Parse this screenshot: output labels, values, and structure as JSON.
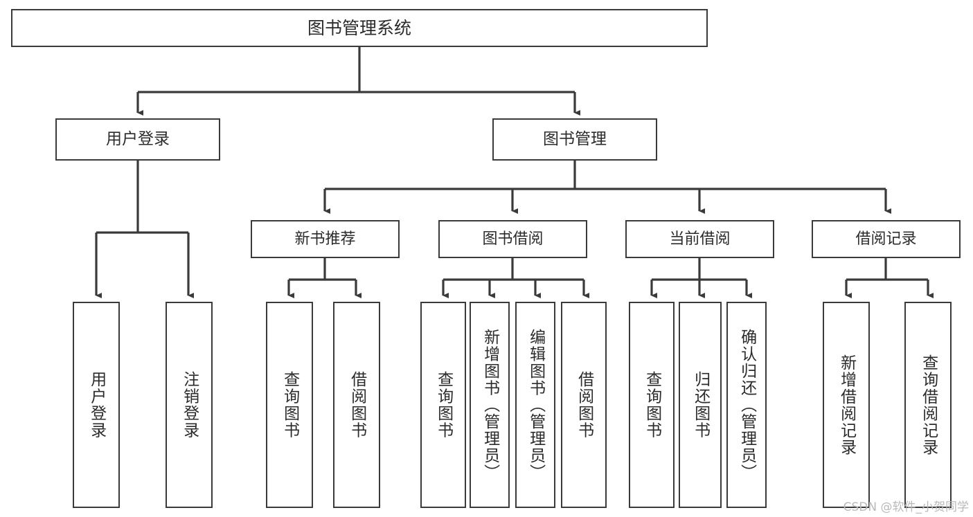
{
  "diagram": {
    "type": "tree-hierarchy-chart",
    "title": "图书管理系统",
    "watermark": "CSDN @软件_小贺同学",
    "edge_color": "#3a3a3a",
    "box_border_color": "#3a3a3a",
    "box_fill_color": "#ffffff",
    "text_color": "#2b2b2b",
    "background_color": "#ffffff",
    "nodes": {
      "root": {
        "label": "图书管理系统",
        "level": 0,
        "orientation": "horizontal"
      },
      "user_login": {
        "label": "用户登录",
        "level": 1,
        "orientation": "horizontal"
      },
      "book_manage": {
        "label": "图书管理",
        "level": 1,
        "orientation": "horizontal"
      },
      "new_book_rec": {
        "label": "新书推荐",
        "level": 2,
        "orientation": "horizontal"
      },
      "book_borrow": {
        "label": "图书借阅",
        "level": 2,
        "orientation": "horizontal"
      },
      "current_borrow": {
        "label": "当前借阅",
        "level": 2,
        "orientation": "horizontal"
      },
      "borrow_record": {
        "label": "借阅记录",
        "level": 2,
        "orientation": "horizontal"
      },
      "leaf_user_login": {
        "label": "用户登录",
        "level": 3,
        "orientation": "vertical"
      },
      "leaf_logout": {
        "label": "注销登录",
        "level": 3,
        "orientation": "vertical"
      },
      "leaf_query_book_1": {
        "label": "查询图书",
        "level": 3,
        "orientation": "vertical"
      },
      "leaf_borrow_book_1": {
        "label": "借阅图书",
        "level": 3,
        "orientation": "vertical"
      },
      "leaf_query_book_2": {
        "label": "查询图书",
        "level": 3,
        "orientation": "vertical"
      },
      "leaf_add_book": {
        "label": "新增图书（管理员）",
        "level": 3,
        "orientation": "vertical"
      },
      "leaf_edit_book": {
        "label": "编辑图书（管理员）",
        "level": 3,
        "orientation": "vertical"
      },
      "leaf_borrow_book_2": {
        "label": "借阅图书",
        "level": 3,
        "orientation": "vertical"
      },
      "leaf_query_book_3": {
        "label": "查询图书",
        "level": 3,
        "orientation": "vertical"
      },
      "leaf_return_book": {
        "label": "归还图书",
        "level": 3,
        "orientation": "vertical"
      },
      "leaf_confirm_return": {
        "label": "确认归还（管理员）",
        "level": 3,
        "orientation": "vertical"
      },
      "leaf_add_record": {
        "label": "新增借阅记录",
        "level": 3,
        "orientation": "vertical"
      },
      "leaf_query_record": {
        "label": "查询借阅记录",
        "level": 3,
        "orientation": "vertical"
      }
    },
    "edges": [
      {
        "from": "root",
        "to": "user_login"
      },
      {
        "from": "root",
        "to": "book_manage"
      },
      {
        "from": "user_login",
        "to": "leaf_user_login"
      },
      {
        "from": "user_login",
        "to": "leaf_logout"
      },
      {
        "from": "book_manage",
        "to": "new_book_rec"
      },
      {
        "from": "book_manage",
        "to": "book_borrow"
      },
      {
        "from": "book_manage",
        "to": "current_borrow"
      },
      {
        "from": "book_manage",
        "to": "borrow_record"
      },
      {
        "from": "new_book_rec",
        "to": "leaf_query_book_1"
      },
      {
        "from": "new_book_rec",
        "to": "leaf_borrow_book_1"
      },
      {
        "from": "book_borrow",
        "to": "leaf_query_book_2"
      },
      {
        "from": "book_borrow",
        "to": "leaf_add_book"
      },
      {
        "from": "book_borrow",
        "to": "leaf_edit_book"
      },
      {
        "from": "book_borrow",
        "to": "leaf_borrow_book_2"
      },
      {
        "from": "current_borrow",
        "to": "leaf_query_book_3"
      },
      {
        "from": "current_borrow",
        "to": "leaf_return_book"
      },
      {
        "from": "current_borrow",
        "to": "leaf_confirm_return"
      },
      {
        "from": "borrow_record",
        "to": "leaf_add_record"
      },
      {
        "from": "borrow_record",
        "to": "leaf_query_record"
      }
    ]
  }
}
